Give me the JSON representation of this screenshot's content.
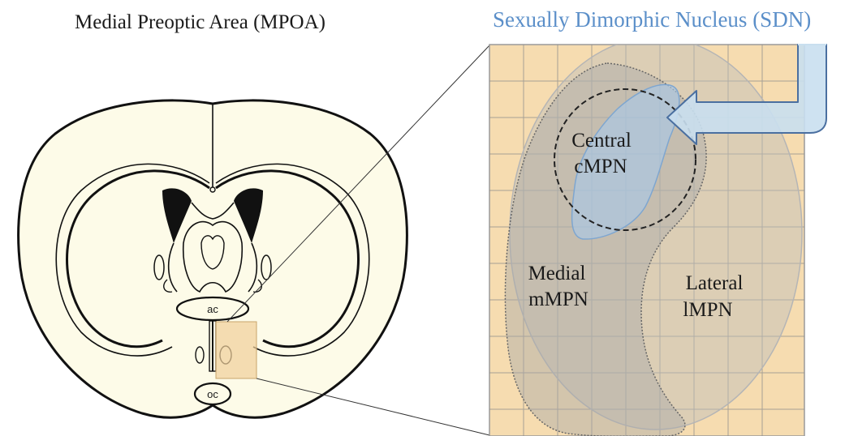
{
  "titles": {
    "left": "Medial Preoptic Area (MPOA)",
    "right": "Sexually Dimorphic Nucleus (SDN)"
  },
  "brain_labels": {
    "ac": "ac",
    "oc": "oc"
  },
  "regions": {
    "central": {
      "line1": "Central",
      "line2": "cMPN"
    },
    "medial": {
      "line1": "Medial",
      "line2": "mMPN"
    },
    "lateral": {
      "line1": "Lateral",
      "line2": "lMPN"
    }
  },
  "colors": {
    "brain_fill": "#fdfbe8",
    "zoom_panel_fill": "#f6dcb0",
    "grid_line": "#8c8c8c",
    "region_fill": "#bdbdbd",
    "sdn_fill": "#a9c8e6",
    "sdn_title": "#5b8fc9",
    "arrow_fill": "#c9dfef",
    "arrow_stroke": "#4a6fa0"
  }
}
